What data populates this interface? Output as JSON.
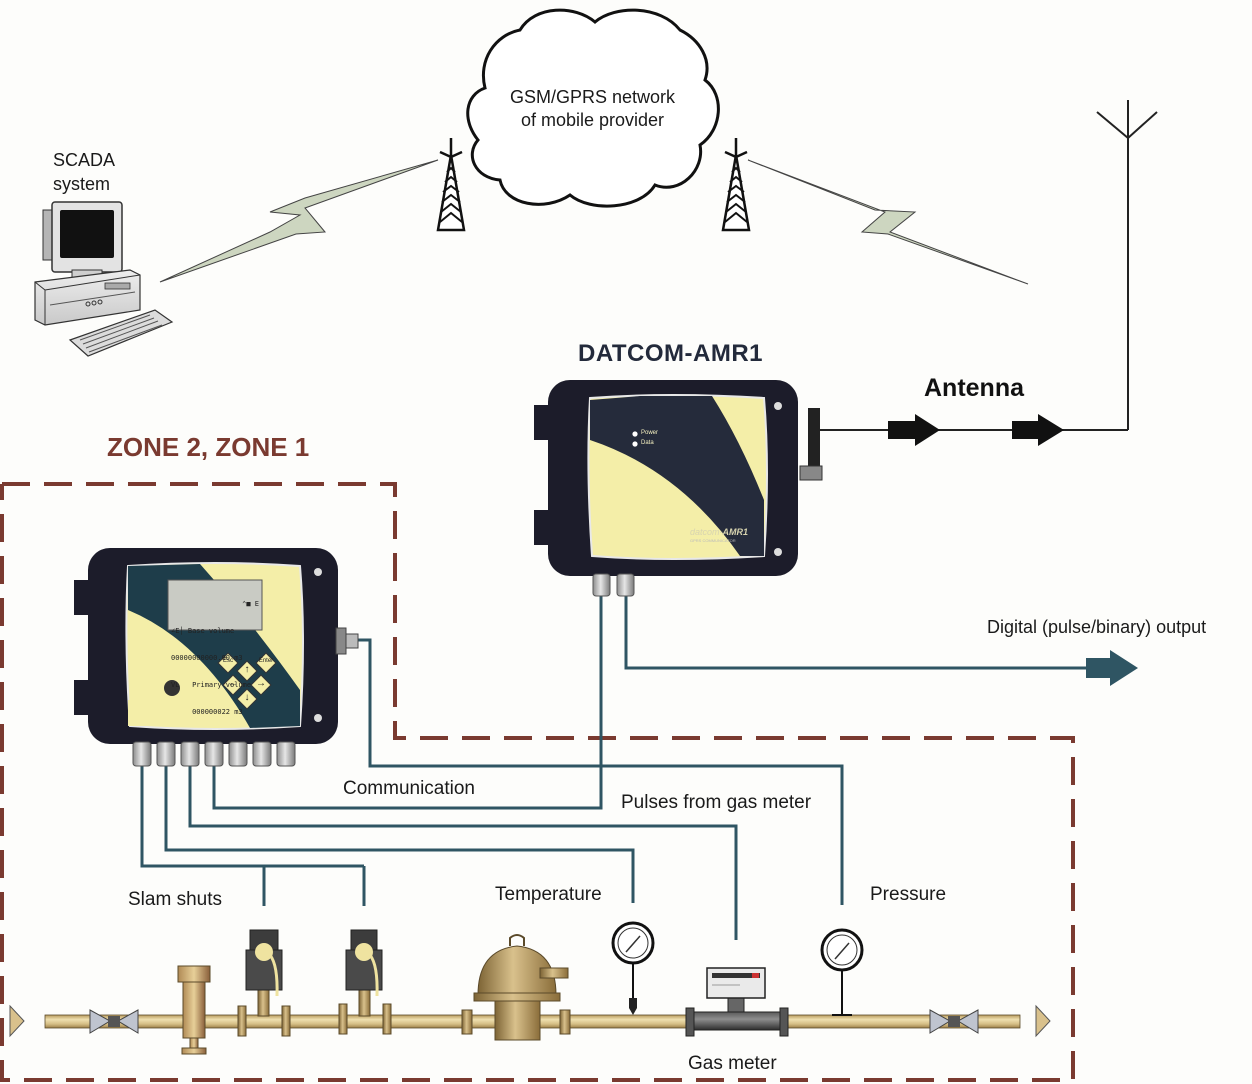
{
  "diagram": {
    "title": "DATCOM-AMR1",
    "zone_label": "ZONE 2, ZONE 1",
    "network": {
      "line1": "GSM/GPRS network",
      "line2": "of mobile provider"
    },
    "scada": {
      "line1": "SCADA",
      "line2": "system"
    },
    "antenna_label": "Antenna",
    "digital_output_label": "Digital (pulse/binary) output",
    "signal_labels": {
      "communication": "Communication",
      "pulses": "Pulses from gas meter",
      "temperature": "Temperature",
      "pressure": "Pressure",
      "slam_shuts": "Slam shuts",
      "gas_meter": "Gas meter"
    },
    "amr_device": {
      "led_power": "Power",
      "led_data": "Data",
      "brand_prefix": "datcom-",
      "brand_model": "AMR1",
      "subtitle": "GPRS COMMUNICATOR"
    },
    "corrector_device": {
      "lcd_status": "⌃■ E",
      "lcd_line1": "∠E│ Base volume",
      "lcd_line2": "00000000000.00 m3",
      "lcd_line3": "VL   Primary volume",
      "lcd_line4": "     000000022 m3",
      "keys": {
        "esc": "Esc",
        "enter": "Enter",
        "up": "↑",
        "down": "↓",
        "left": "←",
        "right": "→"
      }
    },
    "colors": {
      "zone_border": "#7a3a30",
      "cable": "#2f5563",
      "device_body": "#1c1c2a",
      "device_panel": "#f4eea8",
      "pipe": "#d8c38a",
      "lightning": "#cdd6c0",
      "device_title": "#232a3b"
    }
  }
}
